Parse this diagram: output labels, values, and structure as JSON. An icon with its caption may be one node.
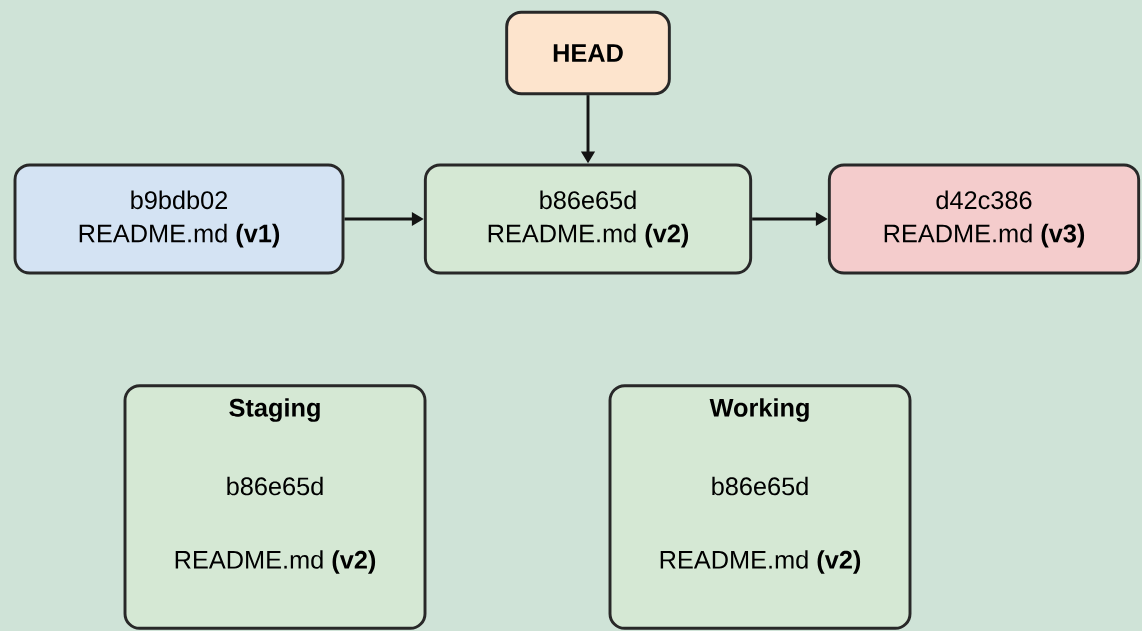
{
  "diagram": {
    "nodes": [
      {
        "text": [
          "HEAD"
        ]
      },
      {
        "text": [
          "b9bdb02",
          "README.md **(v1)**"
        ]
      },
      {
        "text": [
          "b86e65d",
          "README.md **(v2)**"
        ]
      },
      {
        "text": [
          "d42c386",
          "README.md **(v3)**"
        ]
      },
      {
        "text": [
          "Staging",
          "b86e65d",
          "README.md **(v2)**"
        ]
      },
      {
        "text": [
          "Working",
          "b86e65d",
          "README.md **(v2)**"
        ]
      }
    ],
    "edges": [
      {
        "from": 0,
        "to": 2,
        "arrow": "to"
      },
      {
        "from": 1,
        "to": 2,
        "arrow": "to"
      },
      {
        "from": 2,
        "to": 3,
        "arrow": "to"
      }
    ]
  }
}
